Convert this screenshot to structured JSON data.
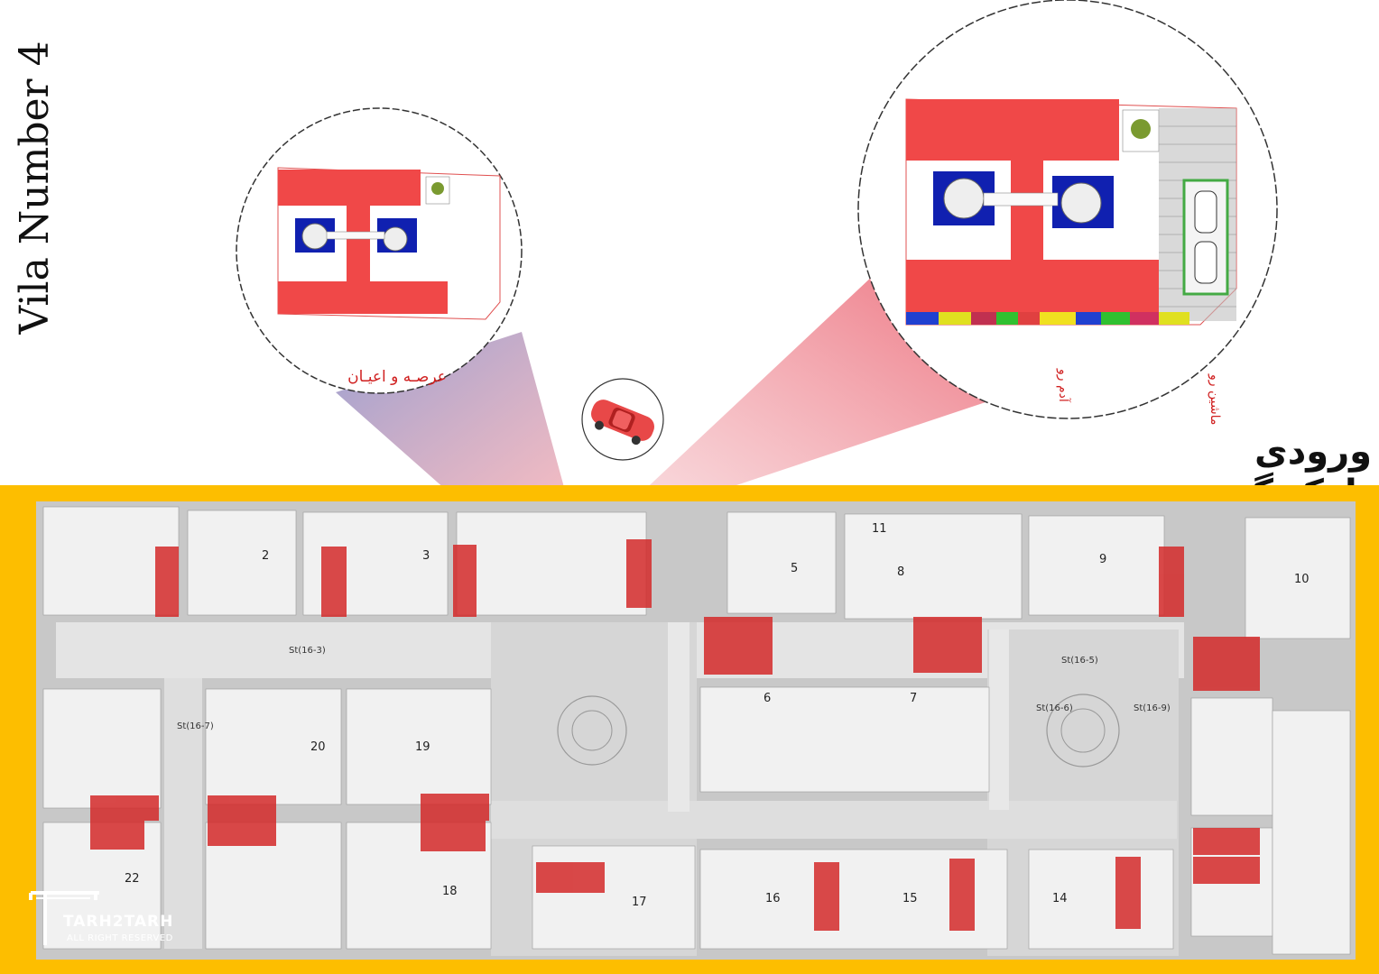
{
  "title": "Vila Number 4",
  "labels": {
    "parking_entrance": "ورودی پارکینگ",
    "footprint": "عرصـه و اعیـان",
    "pedestrian": "آدم رو",
    "vehicle": "ماشین رو"
  },
  "streets": [
    "St(16-3)",
    "St(16-5)",
    "St(16-6)",
    "St(16-7)",
    "St(16-9)"
  ],
  "plot_numbers": [
    "2",
    "3",
    "5",
    "6",
    "7",
    "8",
    "9",
    "10",
    "11",
    "14",
    "15",
    "16",
    "17",
    "18",
    "19",
    "20",
    "22"
  ],
  "logo": {
    "name": "TARH2TARH",
    "tagline": "ALL RIGHT RESERVED"
  },
  "colors": {
    "frame": "#FDBE00",
    "building": "#F04848",
    "pool": "#1020B0",
    "plot_highlight": "#D42A2A",
    "map_gray": "#B8B8B8"
  }
}
